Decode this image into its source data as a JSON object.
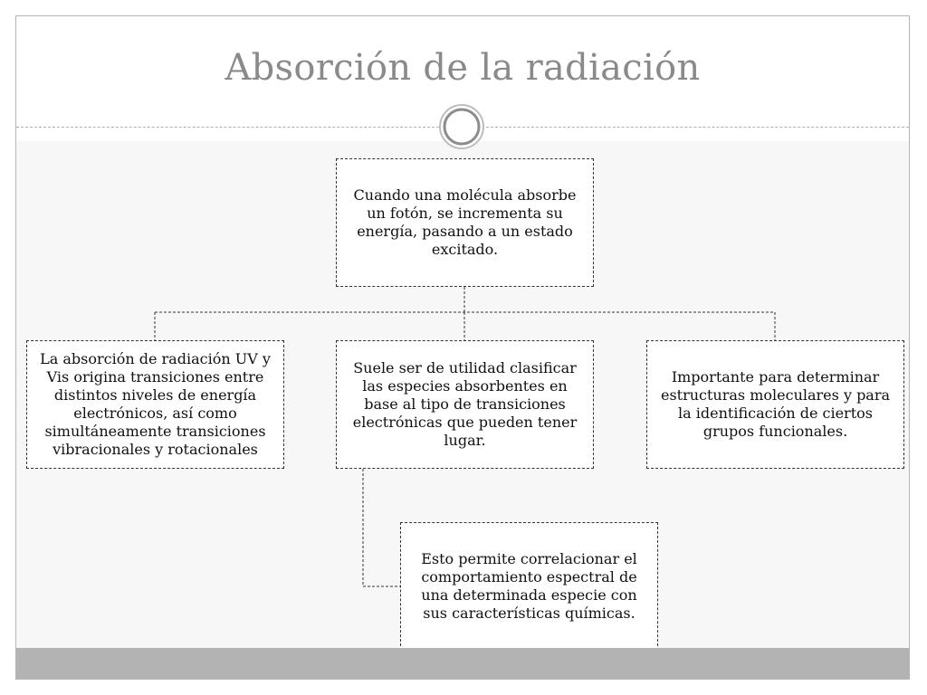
{
  "slide": {
    "title": "Absorción de la radiación"
  },
  "diagram": {
    "root": "Cuando una molécula absorbe un fotón, se incrementa su energía, pasando a un estado excitado.",
    "children": [
      "La absorción de radiación UV y Vis origina transiciones entre distintos niveles de energía electrónicos, así como simultáneamente transiciones vibracionales y rotacionales",
      "Suele ser de utilidad clasificar las especies absorbentes en base al tipo de transiciones electrónicas que pueden tener lugar.",
      "Importante para determinar estructuras moleculares y para la identificación de ciertos grupos funcionales."
    ],
    "sub_child": "Esto permite correlacionar el comportamiento espectral de una determinada especie con sus características químicas."
  },
  "colors": {
    "title_text": "#8a8a8a",
    "band": "#b3b3b3",
    "slide_background": "#f7f7f7",
    "box_border": "#333333"
  }
}
